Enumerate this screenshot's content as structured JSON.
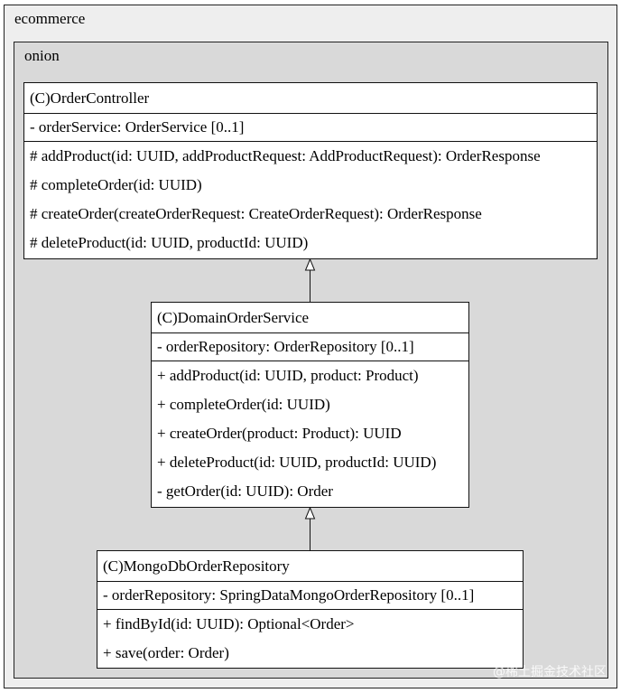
{
  "packages": {
    "outer_label": "ecommerce",
    "inner_label": "onion"
  },
  "classes": {
    "order_controller": {
      "name": "(C)OrderController",
      "attributes": [
        "-   orderService: OrderService [0..1]"
      ],
      "operations": [
        "# addProduct(id: UUID, addProductRequest: AddProductRequest): OrderResponse",
        "# completeOrder(id: UUID)",
        "# createOrder(createOrderRequest: CreateOrderRequest): OrderResponse",
        "# deleteProduct(id: UUID, productId: UUID)"
      ]
    },
    "domain_order_service": {
      "name": "(C)DomainOrderService",
      "attributes": [
        "-   orderRepository: OrderRepository [0..1]"
      ],
      "operations": [
        "+ addProduct(id: UUID, product: Product)",
        "+ completeOrder(id: UUID)",
        "+ createOrder(product: Product): UUID",
        "+ deleteProduct(id: UUID, productId: UUID)",
        "- getOrder(id: UUID): Order"
      ]
    },
    "mongo_db_order_repository": {
      "name": "(C)MongoDbOrderRepository",
      "attributes": [
        "-   orderRepository: SpringDataMongoOrderRepository [0..1]"
      ],
      "operations": [
        "+ findById(id: UUID): Optional<Order>",
        "+ save(order: Order)"
      ]
    }
  },
  "relations": [
    {
      "from": "DomainOrderService",
      "to": "OrderController",
      "type": "generalization"
    },
    {
      "from": "MongoDbOrderRepository",
      "to": "DomainOrderService",
      "type": "generalization"
    }
  ],
  "watermark": "@稀土掘金技术社区",
  "colors": {
    "outer_package_fill": "#eeeeee",
    "inner_package_fill": "#d9d9d9",
    "class_fill": "#ffffff",
    "stroke": "#111111"
  }
}
